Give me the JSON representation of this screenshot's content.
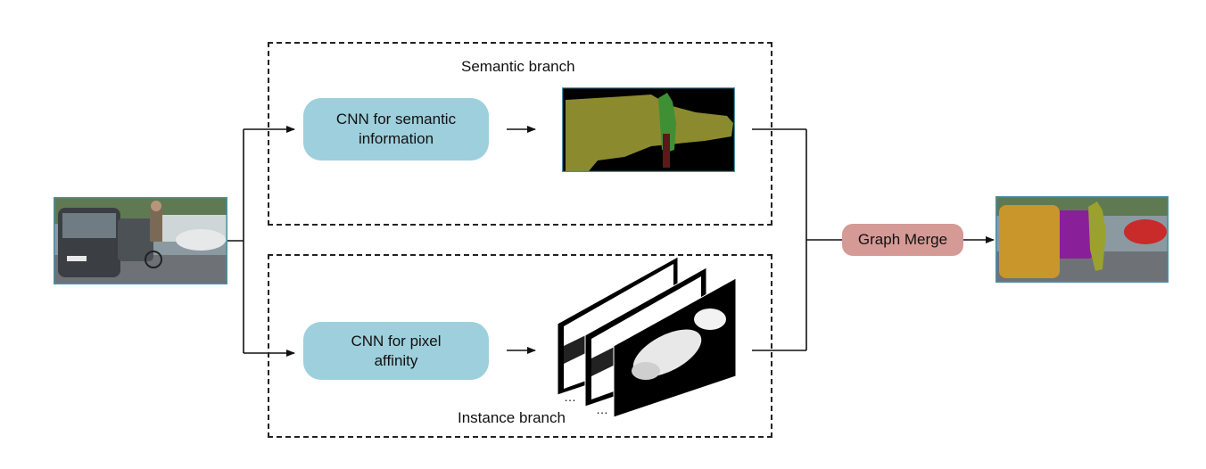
{
  "semantic_branch": {
    "label": "Semantic branch",
    "cnn_label": "CNN for semantic\ninformation"
  },
  "instance_branch": {
    "label": "Instance branch",
    "cnn_label": "CNN for pixel\naffinity"
  },
  "merge": {
    "label": "Graph Merge"
  },
  "colors": {
    "cnn_box": "#9ecfdc",
    "merge_box": "#d59a95",
    "image_border": "#4a8fa3",
    "seg_car": "#8b8a2f",
    "seg_person": "#3f8f35",
    "seg_bike": "#5a1a1a",
    "inst_orange": "#c8962a",
    "inst_purple": "#8a1f9a",
    "inst_green": "#9aa12e",
    "inst_red": "#c92a2a"
  }
}
